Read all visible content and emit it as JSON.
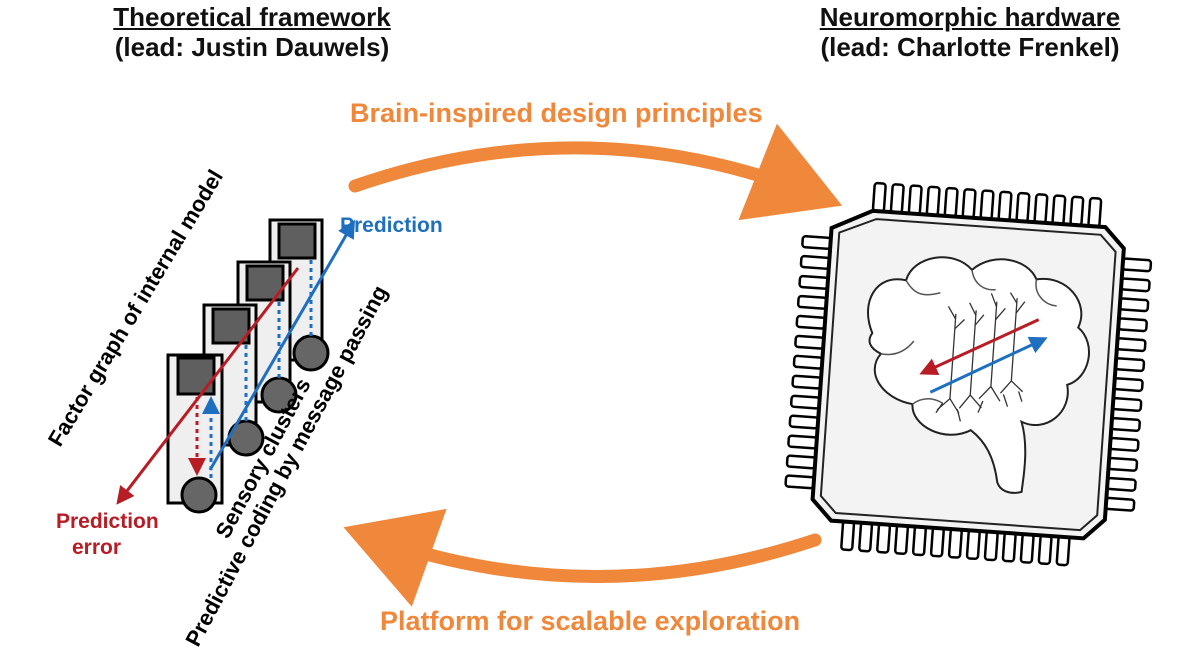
{
  "left_header": {
    "title": "Theoretical framework",
    "lead": "(lead: Justin Dauwels)"
  },
  "right_header": {
    "title": "Neuromorphic hardware",
    "lead": "(lead: Charlotte Frenkel)"
  },
  "top_arrow_label": "Brain-inspired design principles",
  "bottom_arrow_label": "Platform for scalable exploration",
  "framework": {
    "prediction_label": "Prediction",
    "prediction_error_label_line1": "Prediction",
    "prediction_error_label_line2": "error",
    "factor_graph_label": "Factor graph of internal model",
    "sensory_label": "Sensory clusters",
    "predictive_coding_label": "Predictive coding by message passing"
  },
  "colors": {
    "accent_orange": "#f0883c",
    "prediction_blue": "#1f6fc0",
    "error_red": "#b81c24",
    "node_gray": "#666666"
  }
}
